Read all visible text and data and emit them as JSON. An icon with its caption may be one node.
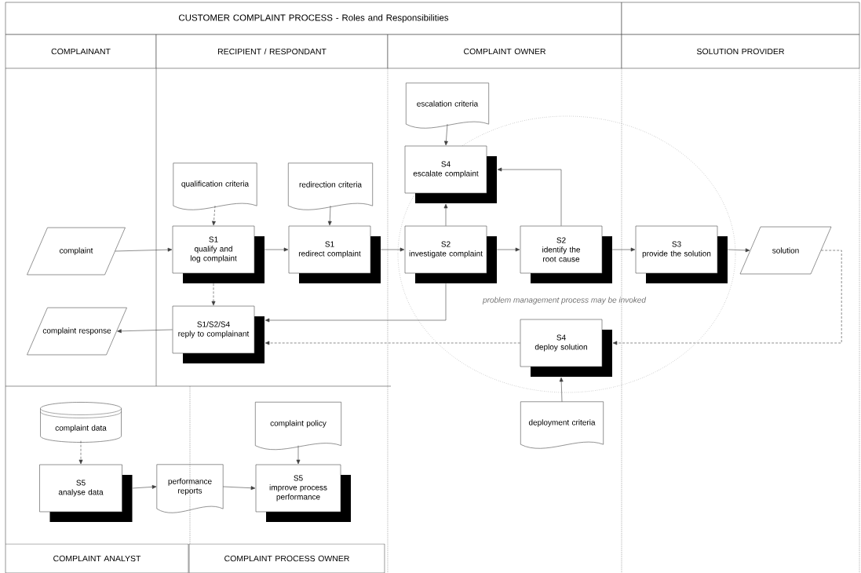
{
  "diagram": {
    "nodes": [
      {
        "text": [
          "CUSTOMER COMPLAINT PROCESS - Roles and Responsibilities"
        ]
      },
      {
        "text": [],
        "shape": "box"
      },
      {
        "text": [
          "COMPLAINANT"
        ]
      },
      {
        "text": [
          "RECIPIENT / RESPONDANT"
        ]
      },
      {
        "text": [
          "COMPLAINT OWNER"
        ]
      },
      {
        "text": [
          "SOLUTION PROVIDER"
        ]
      },
      {
        "text": [
          "qualification criteria"
        ]
      },
      {
        "text": [
          "redirection criteria"
        ]
      },
      {
        "text": [
          "escalation criteria"
        ]
      },
      {
        "text": [
          "complaint"
        ]
      },
      {
        "text": [
          "S1",
          "qualify and log complaint"
        ]
      },
      {
        "text": [
          "S1",
          "redirect complaint"
        ]
      },
      {
        "text": [
          "S4",
          "escalate complaint"
        ]
      },
      {
        "text": [
          "S2",
          "investigate complaint"
        ]
      },
      {
        "text": [
          "S2",
          "identify the root cause"
        ]
      },
      {
        "text": [
          "S3",
          "provide the solution"
        ]
      },
      {
        "text": [
          "solution"
        ]
      },
      {
        "text": [
          "complaint response"
        ]
      },
      {
        "text": [
          "S1/S2/S4",
          "reply to complainant"
        ]
      },
      {
        "text": [
          "S4",
          "deploy solution"
        ]
      },
      {
        "text": [
          "deployment criteria"
        ]
      },
      {
        "text": [
          "complaint data"
        ]
      },
      {
        "text": [
          "S5",
          "analyse data"
        ]
      },
      {
        "text": [
          "performance reports"
        ]
      },
      {
        "text": [
          "complaint policy"
        ]
      },
      {
        "text": [
          "S5",
          "improve process performance"
        ]
      },
      {
        "text": [
          "COMPLAINT ANALYST"
        ]
      },
      {
        "text": [
          "COMPLAINT PROCESS OWNER"
        ]
      }
    ],
    "edges": [
      {
        "from": 9,
        "to": 10,
        "arrow": "to"
      },
      {
        "from": 6,
        "to": 10,
        "arrow": "to",
        "style": "dashed"
      },
      {
        "from": 10,
        "to": 11,
        "arrow": "to"
      },
      {
        "from": 7,
        "to": 11,
        "arrow": "to"
      },
      {
        "from": 11,
        "to": 13,
        "arrow": "to"
      },
      {
        "from": 8,
        "to": 12,
        "arrow": "to"
      },
      {
        "from": 13,
        "to": 12,
        "arrow": "to"
      },
      {
        "from": 14,
        "to": 12,
        "arrow": "to"
      },
      {
        "from": 13,
        "to": 14,
        "arrow": "to"
      },
      {
        "from": 14,
        "to": 15,
        "arrow": "to"
      },
      {
        "from": 15,
        "to": 16,
        "arrow": "to"
      },
      {
        "from": 16,
        "to": 19,
        "arrow": "to",
        "style": "dashed"
      },
      {
        "from": 13,
        "to": 18,
        "arrow": "to"
      },
      {
        "from": 19,
        "to": 18,
        "arrow": "to",
        "style": "dashed"
      },
      {
        "from": 10,
        "to": 18,
        "arrow": "to",
        "style": "dashed"
      },
      {
        "from": 18,
        "to": 17,
        "arrow": "to"
      },
      {
        "from": 20,
        "to": 19,
        "arrow": "to"
      },
      {
        "from": 21,
        "to": 22,
        "arrow": "to",
        "style": "dashed"
      },
      {
        "from": 22,
        "to": 23,
        "arrow": "to"
      },
      {
        "from": 23,
        "to": 25,
        "arrow": "to"
      },
      {
        "from": 24,
        "to": 25,
        "arrow": "to"
      }
    ],
    "labels": [
      "problem management process may be invoked"
    ]
  }
}
